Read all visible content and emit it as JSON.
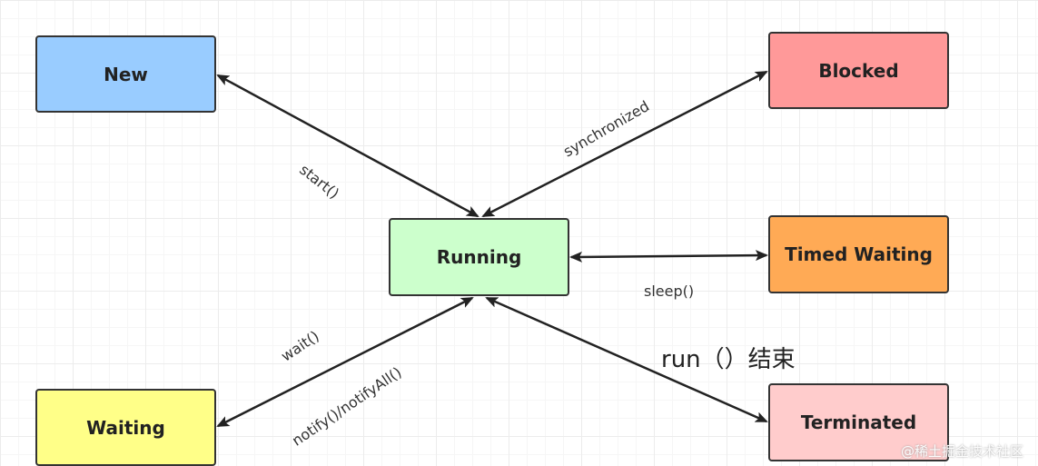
{
  "colors": {
    "new": "#99ccff",
    "blocked": "#ff9999",
    "running": "#ccffcc",
    "timed_waiting": "#ffaa55",
    "waiting": "#ffff88",
    "terminated": "#ffcccc",
    "edge": "#222222"
  },
  "nodes": {
    "new": "New",
    "blocked": "Blocked",
    "running": "Running",
    "timed_waiting": "Timed Waiting",
    "waiting": "Waiting",
    "terminated": "Terminated"
  },
  "edges": {
    "start": "start()",
    "synchronized": "synchronized",
    "sleep": "sleep()",
    "wait": "wait()",
    "notify": "notify()/notifyAll()",
    "run_end": "run（）结束"
  },
  "watermark": "@稀土掘金技术社区"
}
